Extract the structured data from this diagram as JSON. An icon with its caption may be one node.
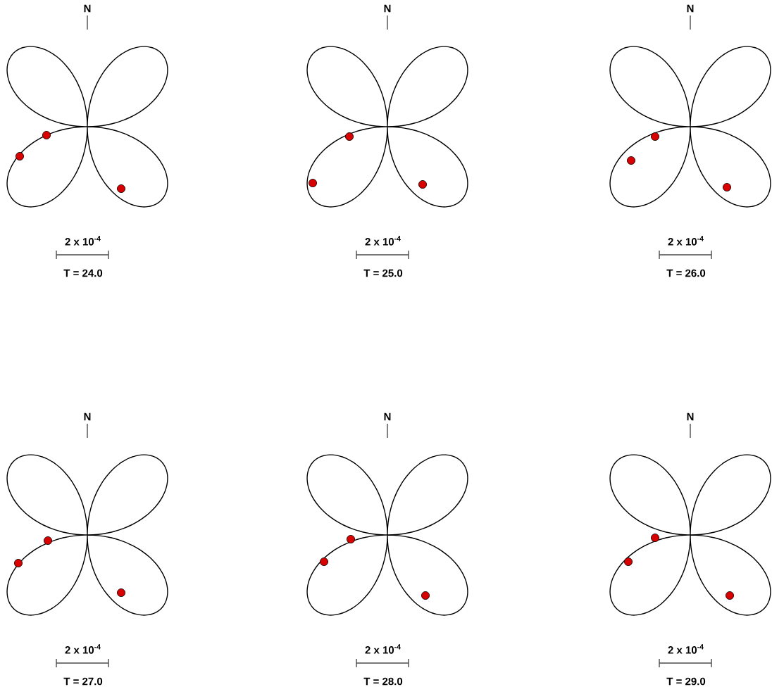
{
  "diagram": {
    "labels": [
      "N",
      "N",
      "N",
      "2 x 10$^{-4}$",
      "2 x 10$^{-4}$",
      "2 x 10$^{-4}$",
      "T = 24.0",
      "T = 25.0",
      "T = 26.0",
      "N",
      "N",
      "N",
      "2 x 10$^{-4}$",
      "2 x 10$^{-4}$",
      "2 x 10$^{-4}$",
      "T = 27.0",
      "T = 28.0",
      "T = 29.0"
    ]
  }
}
